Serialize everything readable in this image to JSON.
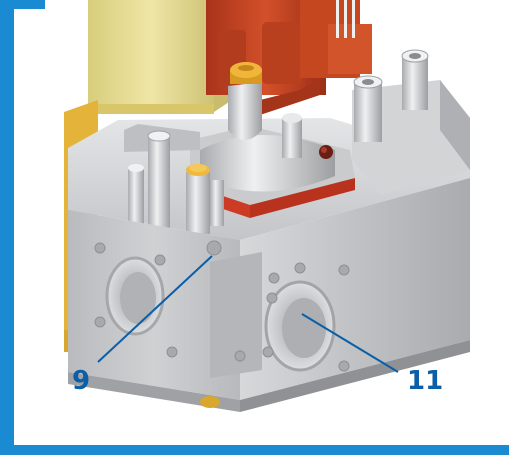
{
  "callouts": [
    {
      "id": "9",
      "text": "9"
    },
    {
      "id": "11",
      "text": "11"
    }
  ],
  "colors": {
    "frame": "#1a8ad3",
    "callout_text": "#0b5ea8",
    "leader_line": "#0b5ea8",
    "body_grey": "#c9cbcd",
    "coil_yellow": "#e9de93",
    "connector_red": "#c4401c",
    "knob_orange": "#e9a628"
  }
}
